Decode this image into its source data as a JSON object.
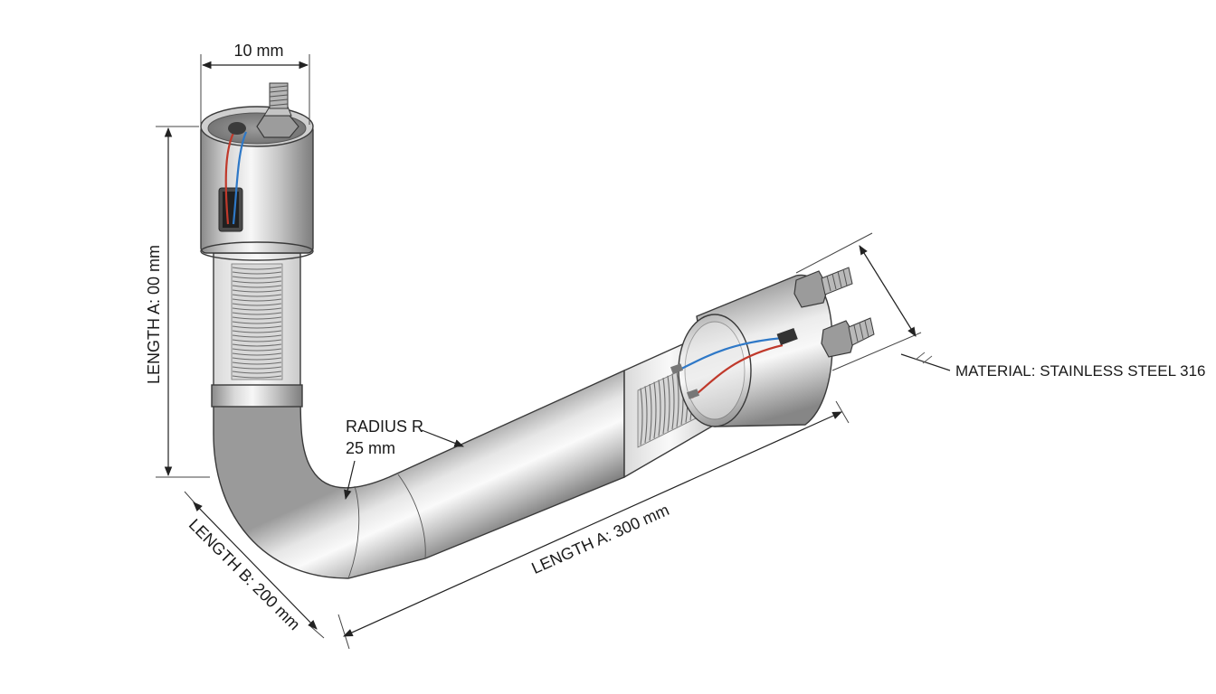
{
  "labels": {
    "width_top": "10 mm",
    "length_vertical": "LENGTH A: 00 mm",
    "radius_line1": "RADIUS R",
    "radius_line2": "25 mm",
    "length_b": "LENGTH B: 200 mm",
    "length_a": "LENGTH A: 300 mm",
    "material": "MATERIAL: STAINLESS STEEL 316"
  },
  "colors": {
    "background": "#ffffff",
    "steel_light": "#f2f2f2",
    "steel_mid": "#bdbdbd",
    "steel_dark": "#7a7a7a",
    "wire_red": "#c0392b",
    "wire_blue": "#2e78c7",
    "line": "#222222"
  },
  "icons": {
    "terminal_top": "threaded-stud-icon",
    "terminal_right": "threaded-stud-icon"
  }
}
